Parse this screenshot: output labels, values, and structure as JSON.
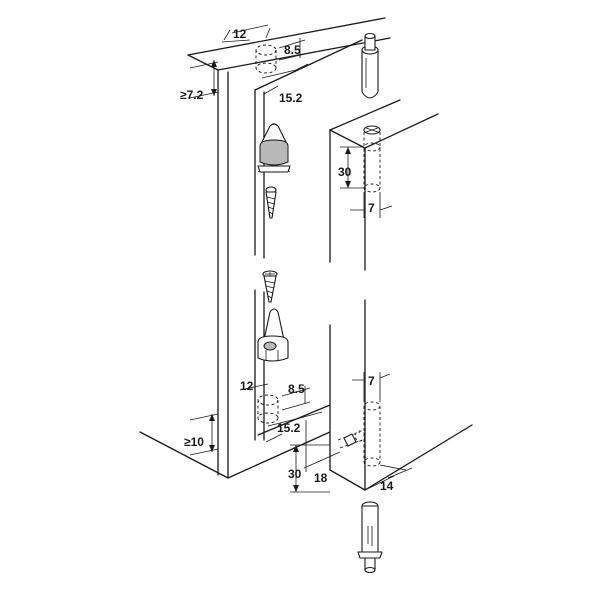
{
  "dimensions": {
    "top_left": {
      "depth": "12",
      "spacing": "8.5",
      "offset": "15.2",
      "edge_min": "≥7.2"
    },
    "top_right": {
      "height": "30",
      "hole_dia": "7"
    },
    "bottom_left": {
      "depth": "12",
      "spacing": "8.5",
      "offset": "15.2",
      "edge_min": "≥10"
    },
    "bottom_right": {
      "hole_dia": "7",
      "height": "30",
      "depth": "18",
      "edge": "14"
    }
  }
}
